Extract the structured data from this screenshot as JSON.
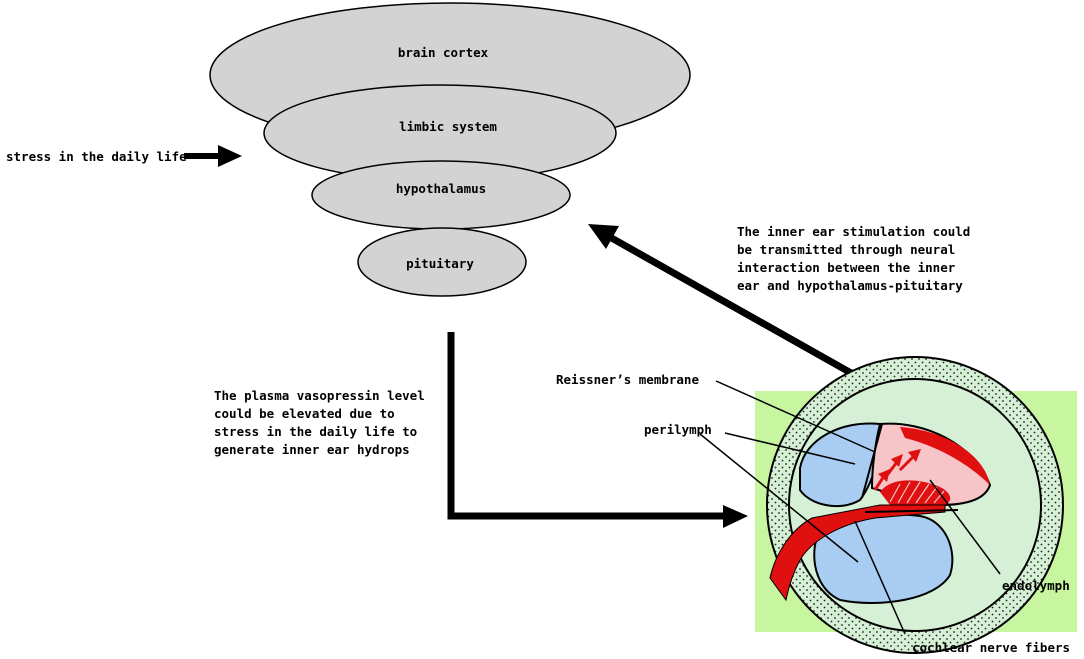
{
  "hierarchy": {
    "brain_cortex": "brain cortex",
    "limbic_system": "limbic system",
    "hypothalamus": "hypothalamus",
    "pituitary": "pituitary"
  },
  "stress_label": "stress in the daily life",
  "vasopressin_text": [
    "The plasma vasopressin level",
    "could be elevated due to",
    "stress in the daily life to",
    "generate inner ear hydrops"
  ],
  "inner_ear_text": [
    "The inner ear stimulation could",
    "be transmitted through neural",
    "interaction between the inner",
    "ear and hypothalamus-pituitary"
  ],
  "cochlea_labels": {
    "reissner": "Reissner’s membrane",
    "perilymph": "perilymph",
    "endolymph": "endolymph",
    "nerve": "cochlear nerve fibers"
  },
  "colors": {
    "ellipse_fill": "#d3d3d3",
    "cochlea_background": "#c8f5a0",
    "perilymph_fill": "#a9cdf2",
    "endolymph_fill": "#f7c4c8",
    "nerve_red": "#e01010",
    "ring_fill": "#d6f0d6"
  }
}
